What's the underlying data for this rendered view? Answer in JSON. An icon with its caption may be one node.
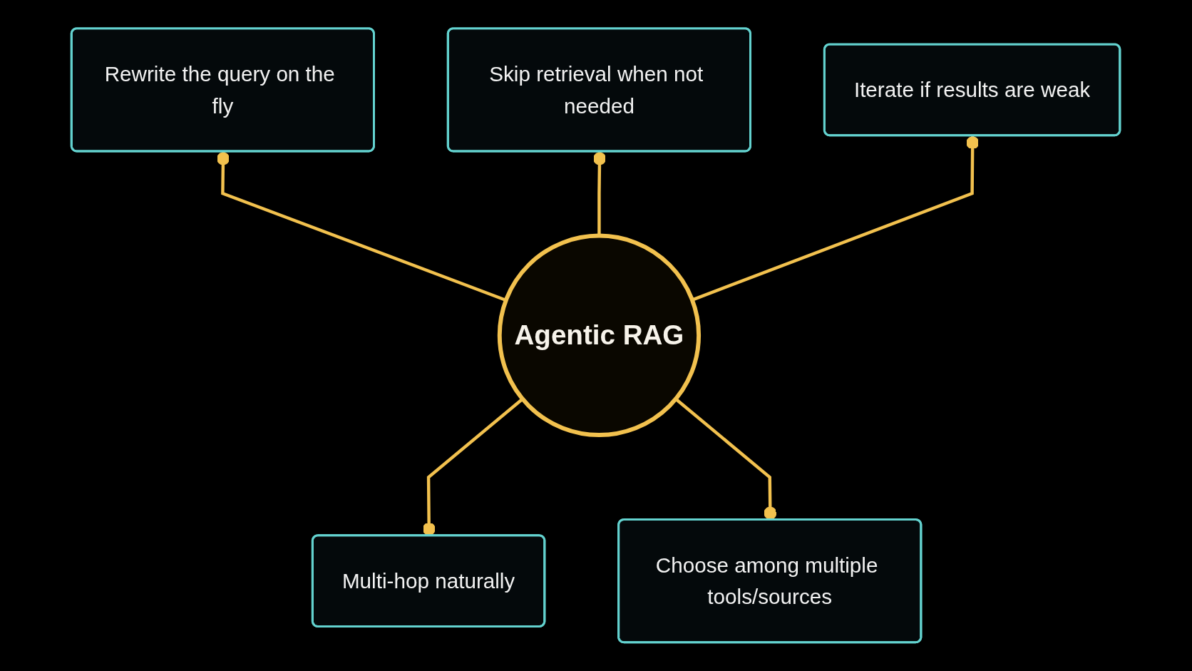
{
  "diagram": {
    "nodes": [
      {
        "text": [
          "Skip retrieval when not needed"
        ]
      },
      {
        "text": [
          "Rewrite the query on the fly"
        ]
      },
      {
        "text": [
          "Agentic RAG"
        ]
      },
      {
        "text": [
          "Iterate if results are weak"
        ]
      },
      {
        "text": [
          "Multi-hop naturally"
        ]
      },
      {
        "text": [
          "Choose among multiple tools/sources"
        ]
      }
    ],
    "edges": [
      {
        "from": 2,
        "to": 1,
        "arrow": "other"
      },
      {
        "from": 2,
        "to": 0,
        "arrow": "other"
      },
      {
        "from": 2,
        "to": 3,
        "arrow": "other"
      },
      {
        "from": 2,
        "to": 4,
        "arrow": "other"
      },
      {
        "from": 2,
        "to": 5,
        "arrow": "other"
      }
    ]
  }
}
